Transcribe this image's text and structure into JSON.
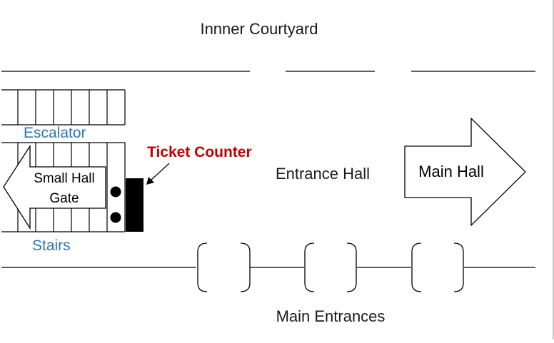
{
  "labels": {
    "inner_courtyard": "Innner Courtyard",
    "escalator": "Escalator",
    "ticket_counter": "Ticket Counter",
    "small_hall_gate_line1": "Small Hall",
    "small_hall_gate_line2": "Gate",
    "entrance_hall": "Entrance Hall",
    "main_hall": "Main Hall",
    "stairs": "Stairs",
    "main_entrances": "Main Entrances"
  },
  "colors": {
    "background": "#ffffff",
    "line": "#000000",
    "label_dark": "#1a1a1a",
    "label_blue": "#2e75b6",
    "label_red": "#c00000",
    "counter_fill": "#000000"
  }
}
